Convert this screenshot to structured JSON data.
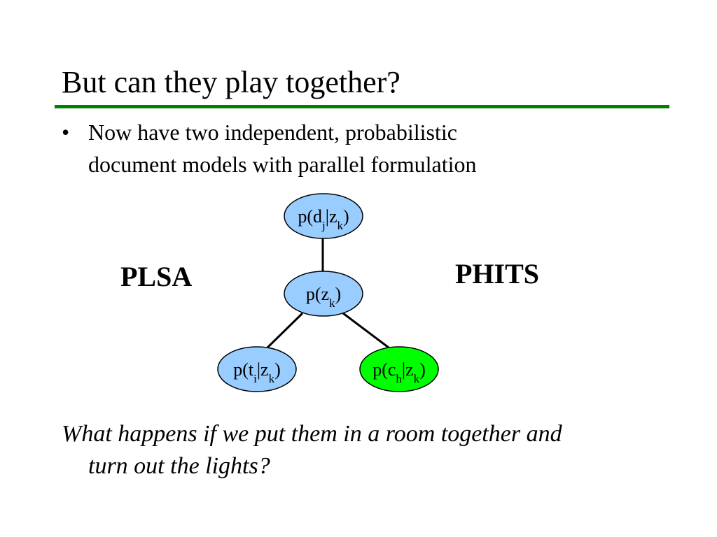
{
  "title": "But can they play together?",
  "bullet": {
    "marker": "•",
    "line1": "Now have two independent, probabilistic",
    "line2": "document models with parallel formulation"
  },
  "labels": {
    "left": "PLSA",
    "right": "PHITS"
  },
  "nodes": {
    "top": {
      "pre": "p(d",
      "sub1": "j",
      "mid": "|z",
      "sub2": "k",
      "post": ")"
    },
    "center": {
      "pre": "p(z",
      "sub1": "k",
      "post": ")"
    },
    "left": {
      "pre": "p(t",
      "sub1": "i",
      "mid": "|z",
      "sub2": "k",
      "post": ")"
    },
    "right": {
      "pre": "p(c",
      "sub1": "h",
      "mid": "|z",
      "sub2": "k",
      "post": ")"
    }
  },
  "colors": {
    "title_rule": "#008000",
    "node_blue": "#99ccff",
    "node_green": "#00ff00"
  },
  "question": {
    "line1": "What happens if we put them in a room together and",
    "line2": "turn out the lights?"
  }
}
